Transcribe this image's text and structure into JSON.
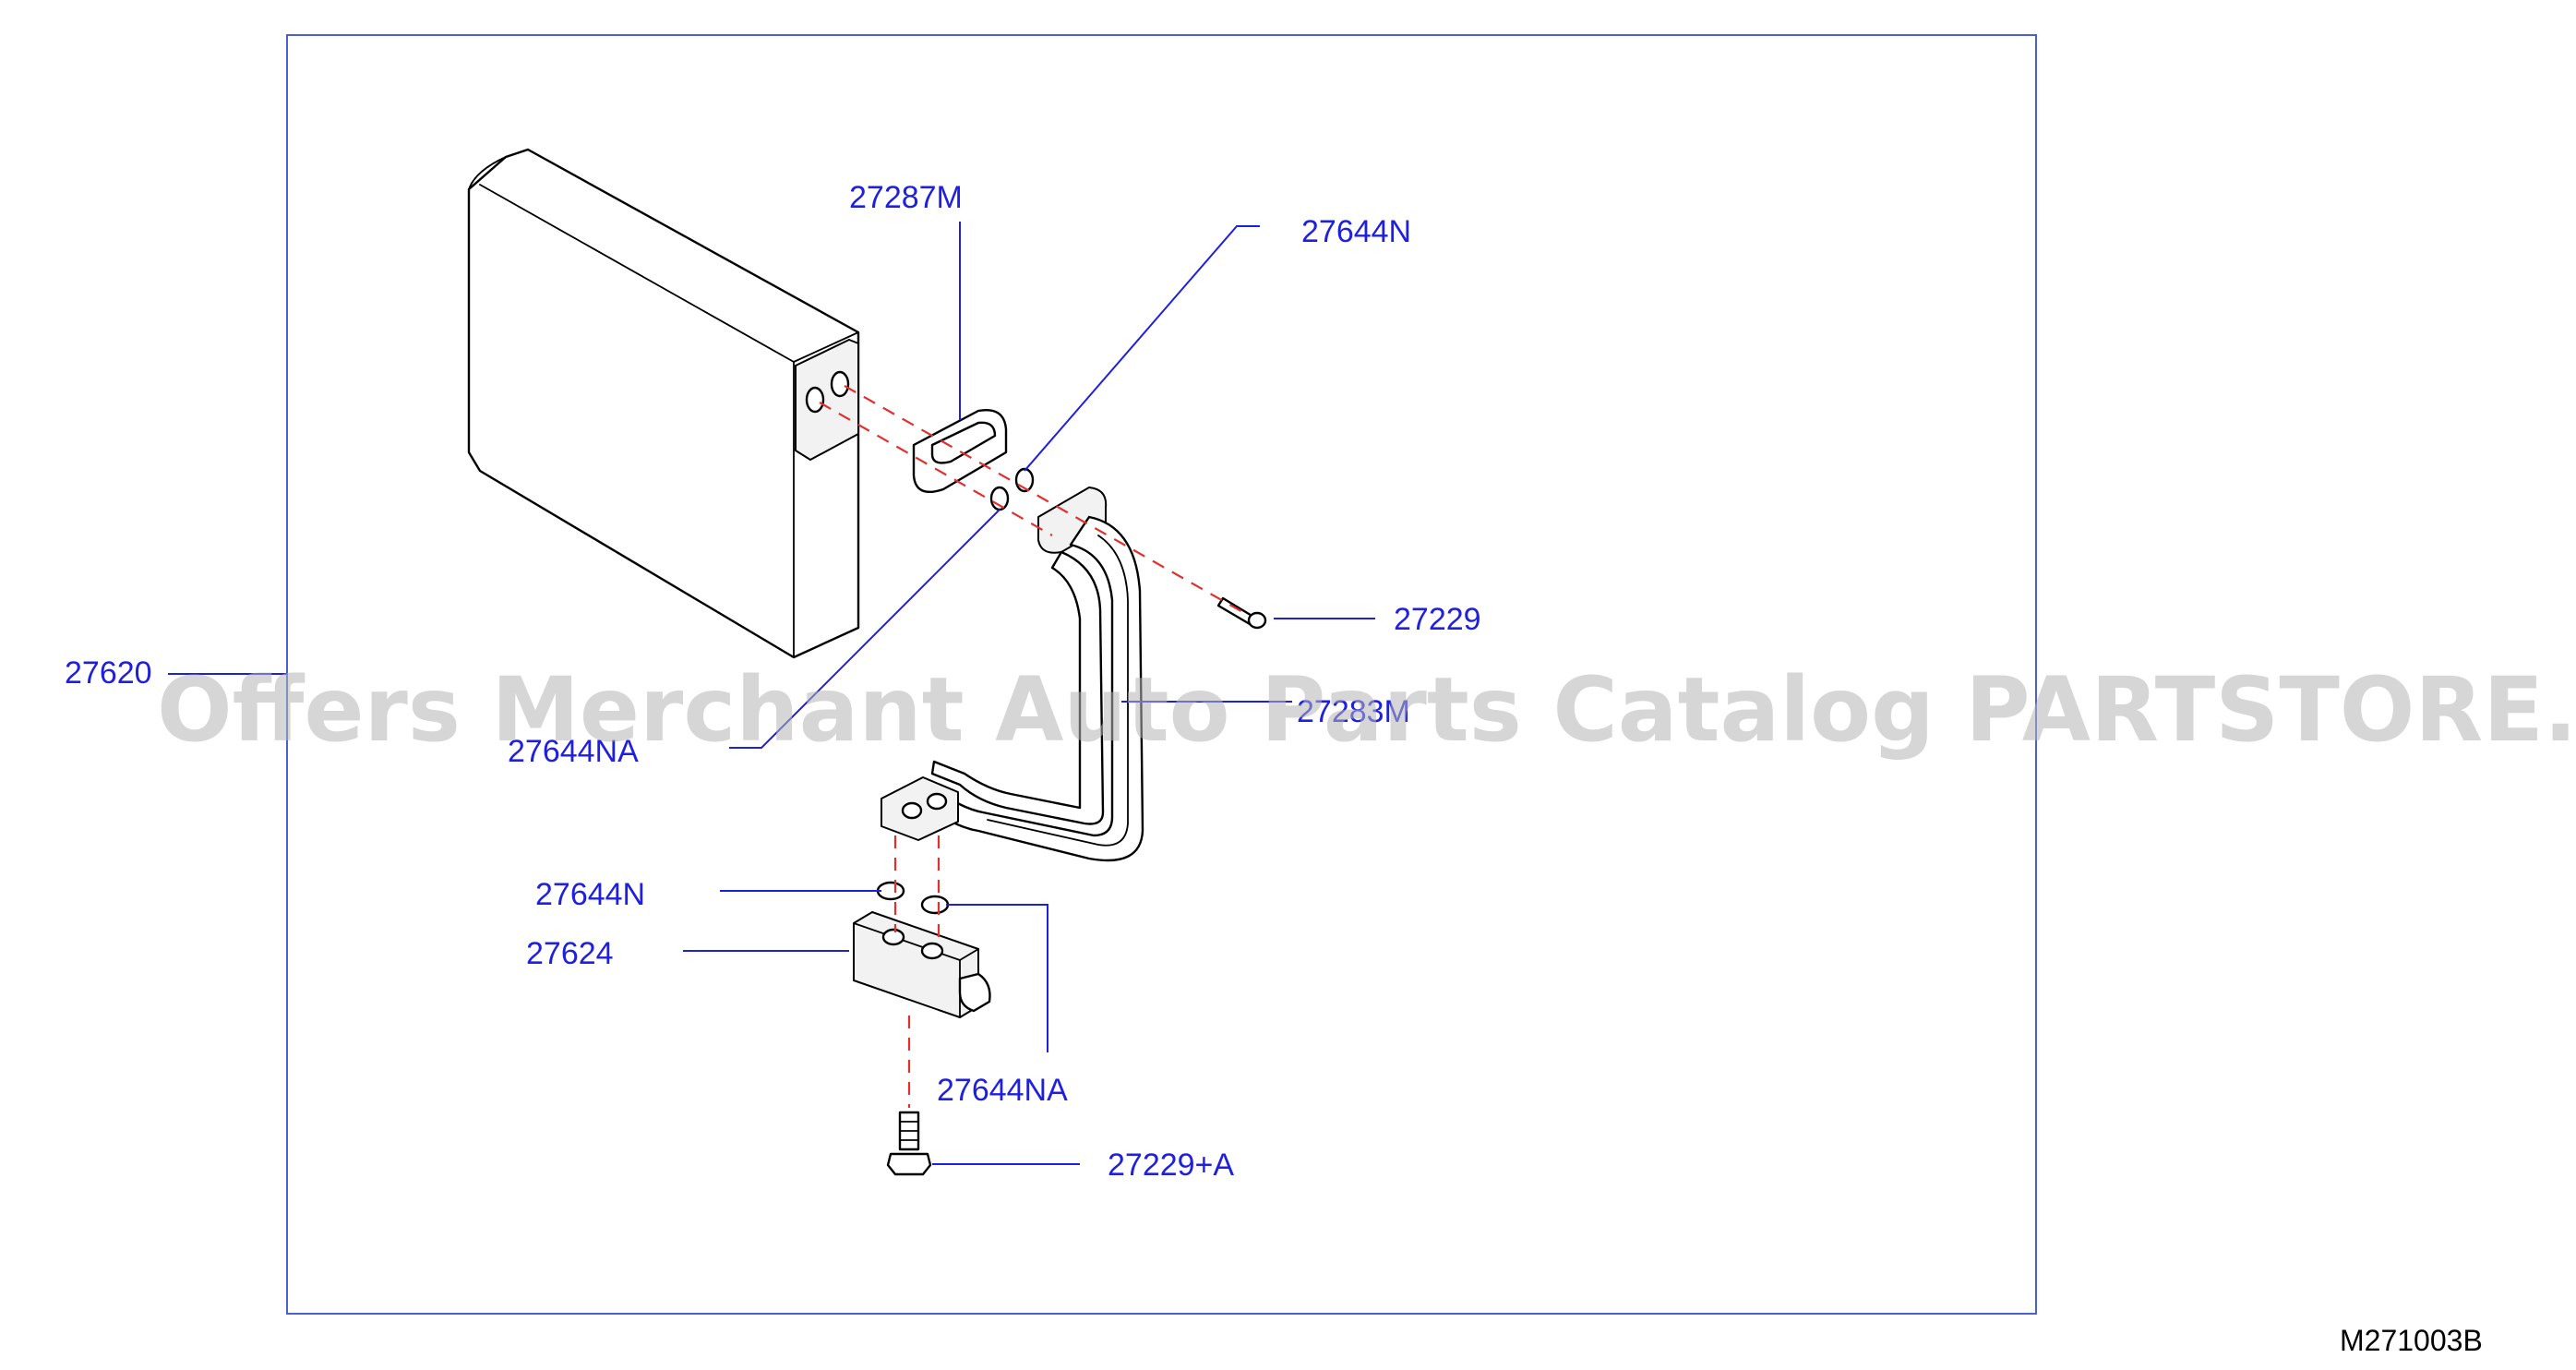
{
  "diagram": {
    "sheet_code": "M271003B",
    "watermark": "Offers Merchant Auto Parts Catalog PARTSTORE.SA",
    "callouts": {
      "evaporator": "27620",
      "seal": "27287M",
      "o_ring_pipe_upper": "27644N",
      "o_ring_pipe_lower": "27644NA",
      "bolt_pipe": "27229",
      "pipe": "27283M",
      "o_ring_valve_upper": "27644N",
      "expansion_valve": "27624",
      "o_ring_valve_lower": "27644NA",
      "bolt_valve": "27229+A"
    },
    "colors": {
      "label": "#1f1fe0",
      "frame": "#4a5fd0",
      "centerline": "#e03030",
      "watermark": "#b4b4b4"
    }
  }
}
